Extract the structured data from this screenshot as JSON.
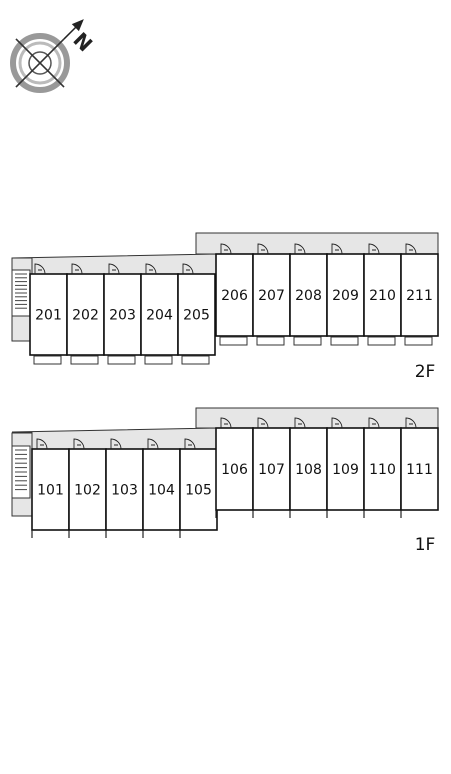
{
  "compass": {
    "label": "N",
    "icon": "compass-icon"
  },
  "floors": [
    {
      "label": "2F",
      "units": [
        "201",
        "202",
        "203",
        "204",
        "205",
        "206",
        "207",
        "208",
        "209",
        "210",
        "211"
      ]
    },
    {
      "label": "1F",
      "units": [
        "101",
        "102",
        "103",
        "104",
        "105",
        "106",
        "107",
        "108",
        "109",
        "110",
        "111"
      ]
    }
  ],
  "colors": {
    "corridor": "#e6e6e6",
    "lines": "#111111"
  }
}
